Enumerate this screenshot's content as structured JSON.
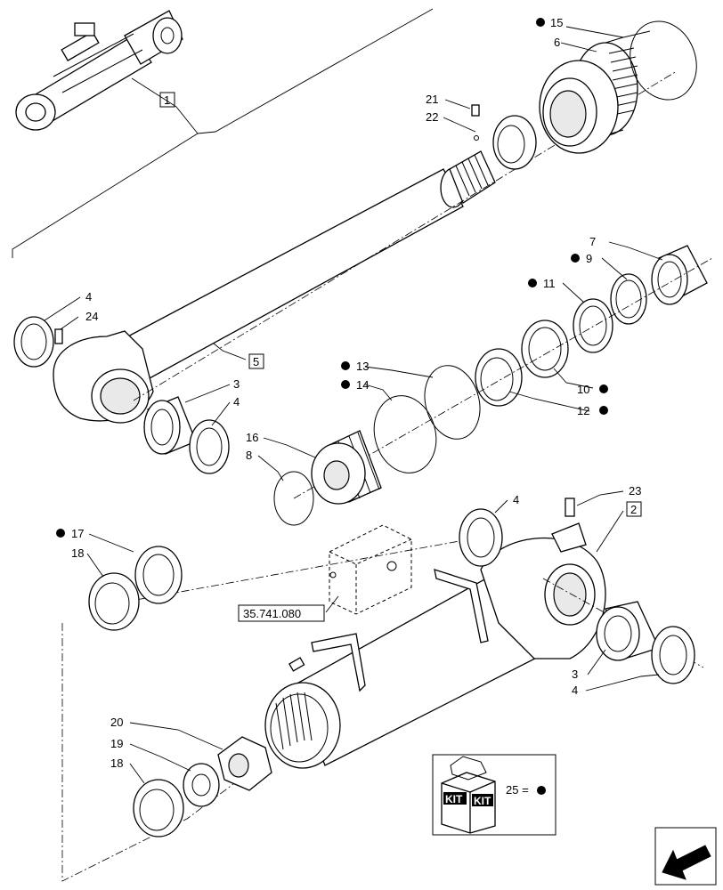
{
  "callouts": [
    {
      "id": "c15",
      "text": "15",
      "dot": true
    },
    {
      "id": "c6",
      "text": "6",
      "dot": false
    },
    {
      "id": "c21",
      "text": "21",
      "dot": false
    },
    {
      "id": "c22",
      "text": "22",
      "dot": false
    },
    {
      "id": "c1",
      "text": "1",
      "boxed": true
    },
    {
      "id": "c7",
      "text": "7",
      "dot": false
    },
    {
      "id": "c9",
      "text": "9",
      "dot": true
    },
    {
      "id": "c11",
      "text": "11",
      "dot": true
    },
    {
      "id": "c4a",
      "text": "4",
      "dot": false
    },
    {
      "id": "c24",
      "text": "24",
      "dot": false
    },
    {
      "id": "c5",
      "text": "5",
      "boxed": true
    },
    {
      "id": "c10",
      "text": "10",
      "dot": true
    },
    {
      "id": "c12",
      "text": "12",
      "dot": true
    },
    {
      "id": "c13",
      "text": "13",
      "dot": true
    },
    {
      "id": "c14",
      "text": "14",
      "dot": true
    },
    {
      "id": "c3a",
      "text": "3",
      "dot": false
    },
    {
      "id": "c4b",
      "text": "4",
      "dot": false
    },
    {
      "id": "c16",
      "text": "16",
      "dot": false
    },
    {
      "id": "c8",
      "text": "8",
      "dot": false
    },
    {
      "id": "c23",
      "text": "23",
      "dot": false
    },
    {
      "id": "c2",
      "text": "2",
      "boxed": true
    },
    {
      "id": "c4c",
      "text": "4",
      "dot": false
    },
    {
      "id": "c17",
      "text": "17",
      "dot": true
    },
    {
      "id": "c18a",
      "text": "18",
      "dot": false
    },
    {
      "id": "c3b",
      "text": "3",
      "dot": false
    },
    {
      "id": "c4d",
      "text": "4",
      "dot": false
    },
    {
      "id": "c20",
      "text": "20",
      "dot": false
    },
    {
      "id": "c19",
      "text": "19",
      "dot": false
    },
    {
      "id": "c18b",
      "text": "18",
      "dot": false
    }
  ],
  "reference_label": "35.741.080",
  "kit": {
    "badge_text_1": "KIT",
    "badge_text_2": "KIT",
    "legend_text": "25 ="
  },
  "icons": {
    "nav_arrow": "arrow-left-down-icon",
    "kit_box": "kit-box-icon"
  },
  "colors": {
    "line": "#000000",
    "background": "#ffffff",
    "shade": "#e9e9e9"
  }
}
